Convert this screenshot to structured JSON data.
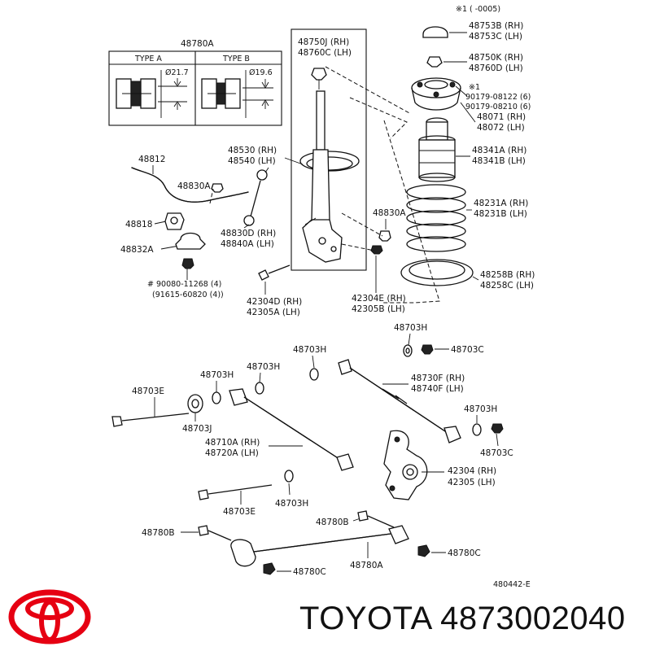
{
  "brand": {
    "title": "TOYOTA 4873002040",
    "logo_color": "#e60012"
  },
  "diagram": {
    "ref_code": "480442-E",
    "note": "※1 (        -0005)",
    "inset": {
      "title": "48780A",
      "type_a": "TYPE A",
      "type_b": "TYPE B",
      "dim_a": "Ø21.7",
      "dim_b": "Ø19.6"
    },
    "labels": {
      "l_48753b": "48753B (RH)",
      "l_48753c": "48753C (LH)",
      "l_48750k": "48750K (RH)",
      "l_48760d": "48760D (LH)",
      "l_90179a": "※1",
      "l_90179b": "90179-08122 (6)",
      "l_90179c": "90179-08210 (6)",
      "l_48071": "48071 (RH)",
      "l_48072": "48072 (LH)",
      "l_48341a": "48341A (RH)",
      "l_48341b": "48341B (LH)",
      "l_48231a": "48231A (RH)",
      "l_48231b": "48231B (LH)",
      "l_48258b": "48258B (RH)",
      "l_48258c": "48258C (LH)",
      "l_48750j": "48750J (RH)",
      "l_48760c": "48760C (LH)",
      "l_48530": "48530 (RH)",
      "l_48540": "48540 (LH)",
      "l_48812": "48812",
      "l_48830a_1": "48830A",
      "l_48818": "48818",
      "l_48830d": "48830D (RH)",
      "l_48840a": "48840A (LH)",
      "l_48832a": "48832A",
      "l_90080": "# 90080-11268 (4)",
      "l_91615": "(91615-60820 (4))",
      "l_48830a_2": "48830A",
      "l_42304d": "42304D (RH)",
      "l_42305a": "42305A (LH)",
      "l_42304e": "42304E (RH)",
      "l_42305b": "42305B (LH)",
      "l_48703h_1": "48703H",
      "l_48703c_1": "48703C",
      "l_48703h_2": "48703H",
      "l_48703h_3": "48703H",
      "l_48703h_4": "48703H",
      "l_48730f": "48730F (RH)",
      "l_48740f": "48740F (LH)",
      "l_48703e_1": "48703E",
      "l_48703j": "48703J",
      "l_48703h_5": "48703H",
      "l_48703c_2": "48703C",
      "l_48710a": "48710A (RH)",
      "l_48720a": "48720A (LH)",
      "l_42304": "42304 (RH)",
      "l_42305": "42305 (LH)",
      "l_48703e_2": "48703E",
      "l_48703h_6": "48703H",
      "l_48780b_1": "48780B",
      "l_48780b_2": "48780B",
      "l_48780c_1": "48780C",
      "l_48780a": "48780A",
      "l_48780c_2": "48780C"
    }
  }
}
